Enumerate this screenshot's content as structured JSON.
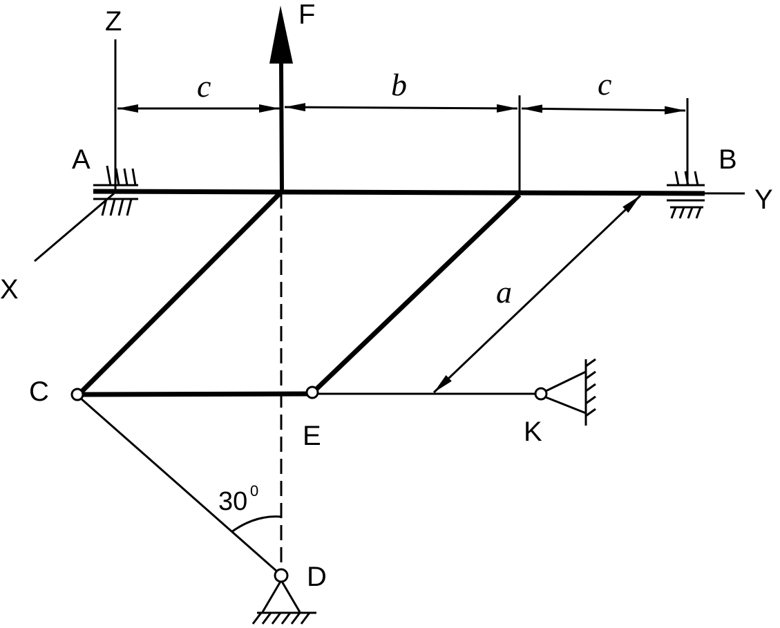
{
  "labels": {
    "axis_z": "Z",
    "axis_y": "Y",
    "axis_x": "X",
    "force": "F",
    "point_a": "A",
    "point_b": "B",
    "point_c": "C",
    "point_d": "D",
    "point_e": "E",
    "point_k": "K"
  },
  "dimensions": {
    "c_left": "c",
    "b": "b",
    "c_right": "c",
    "a": "a"
  },
  "angle": {
    "value": "30",
    "unit": "0"
  },
  "colors": {
    "stroke": "#000000",
    "background": "#ffffff"
  }
}
